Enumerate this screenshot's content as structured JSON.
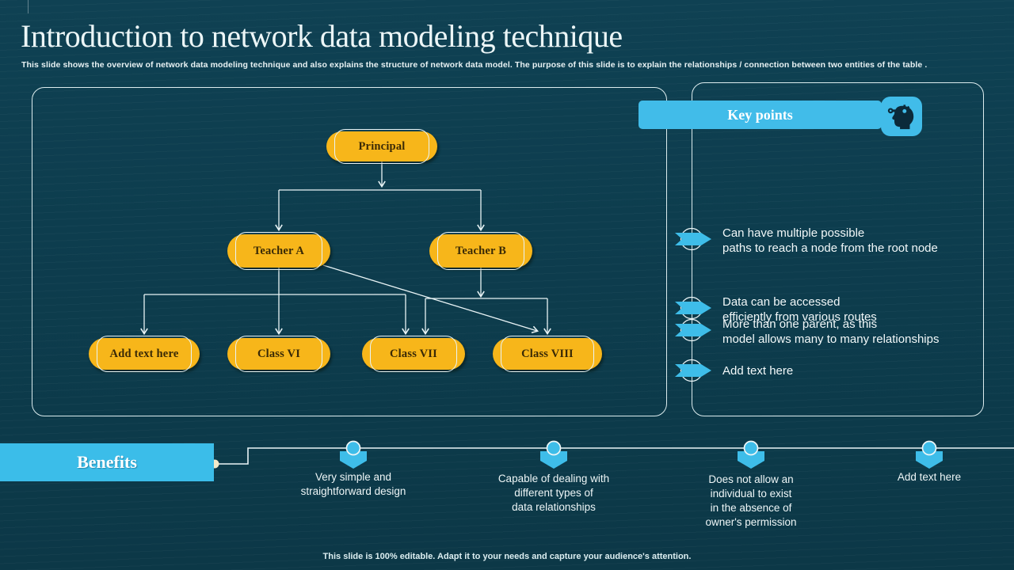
{
  "slide": {
    "title": "Introduction to network data modeling technique",
    "subtitle": "This slide shows the overview of network data modeling technique and also explains the structure of network data model. The purpose of this slide is to explain the relationships / connection between two entities of the table .",
    "footer": "This slide is 100% editable. Adapt it to your needs and capture your audience's attention."
  },
  "diagram": {
    "nodes": [
      "Principal",
      "Teacher A",
      "Teacher B",
      "Add text here",
      "Class VI",
      "Class VII",
      "Class VIII"
    ]
  },
  "key_points": {
    "heading": "Key points",
    "icon": "head-gear-icon",
    "items": [
      "More than one parent, as this\nmodel allows many to many relationships",
      "Can have multiple possible\npaths to reach a node from the root node",
      "Data can be accessed\nefficiently from various routes",
      "Add text here"
    ]
  },
  "benefits": {
    "heading": "Benefits",
    "items": [
      "Very simple and\nstraightforward design",
      "Capable of dealing with\ndifferent types of\ndata relationships",
      "Does not allow an\nindividual to exist\nin the absence of\nowner's permission",
      "Add text here"
    ]
  },
  "colors": {
    "background": "#0d3d4e",
    "accent_blue": "#3ebde9",
    "node_yellow": "#f7b61a",
    "node_text": "#3a2a06",
    "line_white": "#e9f4f6"
  }
}
